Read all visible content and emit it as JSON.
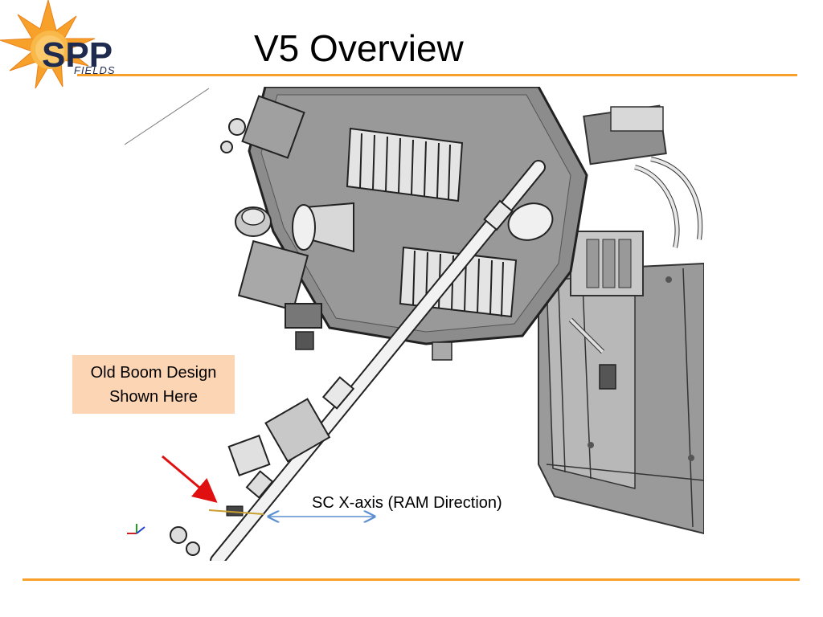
{
  "slide": {
    "title": "V5 Overview",
    "accent_color": "#F7A12B",
    "callout_fill": "#FCD5B5"
  },
  "logo": {
    "icon": "spp-fields-sun-logo",
    "text_main": "SPP",
    "text_sub": "FIELDS"
  },
  "figure": {
    "icon": "spacecraft-cad-model"
  },
  "callout": {
    "line1": "Old Boom Design",
    "line2": "Shown Here"
  },
  "axis_label": "SC X-axis (RAM Direction)"
}
